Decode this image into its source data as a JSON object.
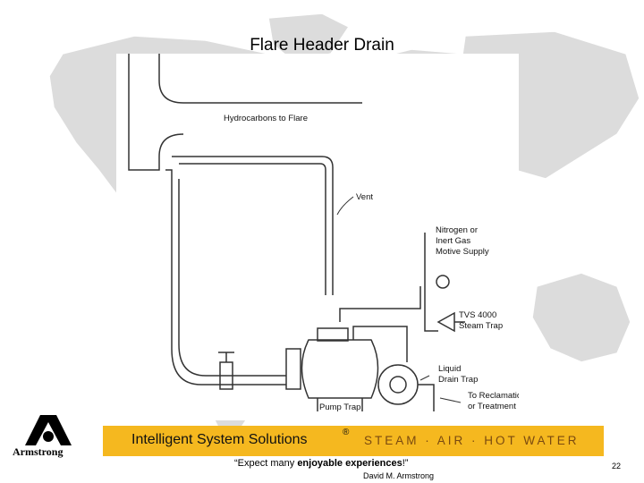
{
  "slide": {
    "title": "Flare Header Drain",
    "page_number": "22"
  },
  "diagram": {
    "labels": {
      "hydrocarbons": "Hydrocarbons to Flare",
      "vent": "Vent",
      "nitrogen_line1": "Nitrogen or",
      "nitrogen_line2": "Inert Gas",
      "nitrogen_line3": "Motive Supply",
      "tvs_line1": "TVS 4000",
      "tvs_line2": "Steam Trap",
      "liquid_line1": "Liquid",
      "liquid_line2": "Drain Trap",
      "reclamation_line1": "To Reclamation",
      "reclamation_line2": "or Treatment",
      "pump_trap": "Pump Trap"
    }
  },
  "banner": {
    "title": "Intelligent System Solutions",
    "registered_mark": "®",
    "tagline": "STEAM · AIR · HOT WATER",
    "color": "#f5b81f"
  },
  "logo": {
    "wordmark": "Armstrong"
  },
  "footer": {
    "quote_start": "“Expect many ",
    "quote_bold": "enjoyable experiences",
    "quote_end": "!”",
    "author": "David M. Armstrong"
  }
}
